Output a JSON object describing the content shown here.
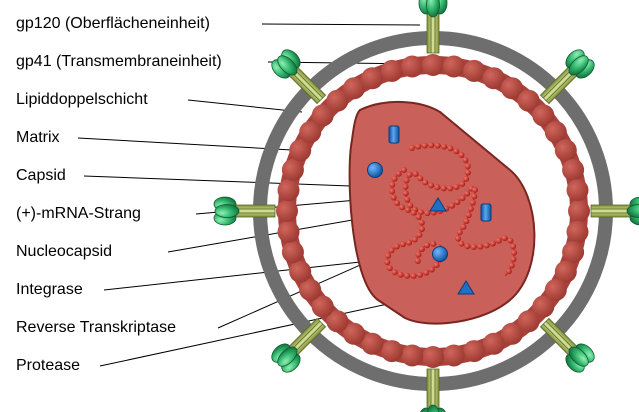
{
  "labels": [
    {
      "key": "gp120",
      "text": "gp120 (Oberflächeneinheit)"
    },
    {
      "key": "gp41",
      "text": "gp41 (Transmembraneinheit)"
    },
    {
      "key": "lipid",
      "text": "Lipiddoppelschicht"
    },
    {
      "key": "matrix",
      "text": "Matrix"
    },
    {
      "key": "capsid",
      "text": "Capsid"
    },
    {
      "key": "rna",
      "text": "(+)-mRNA-Strang"
    },
    {
      "key": "nucleocapsid",
      "text": "Nucleocapsid"
    },
    {
      "key": "integrase",
      "text": "Integrase"
    },
    {
      "key": "rt",
      "text": "Reverse Transkriptase"
    },
    {
      "key": "protease",
      "text": "Protease"
    }
  ],
  "colors": {
    "membrane": "#6e6e6e",
    "matrix": "#b5473e",
    "capsid_fill": "#c9615a",
    "capsid_stroke": "#8a2c26",
    "rna": "#c0261f",
    "spike_head": "#2fb36a",
    "spike_stem": "#b7c77a",
    "enzyme": "#1f6fc4"
  },
  "icons": [
    "gp120-spike-icon",
    "integrase-sphere-icon",
    "reverse-transcriptase-cylinder-icon",
    "protease-triangle-icon"
  ]
}
